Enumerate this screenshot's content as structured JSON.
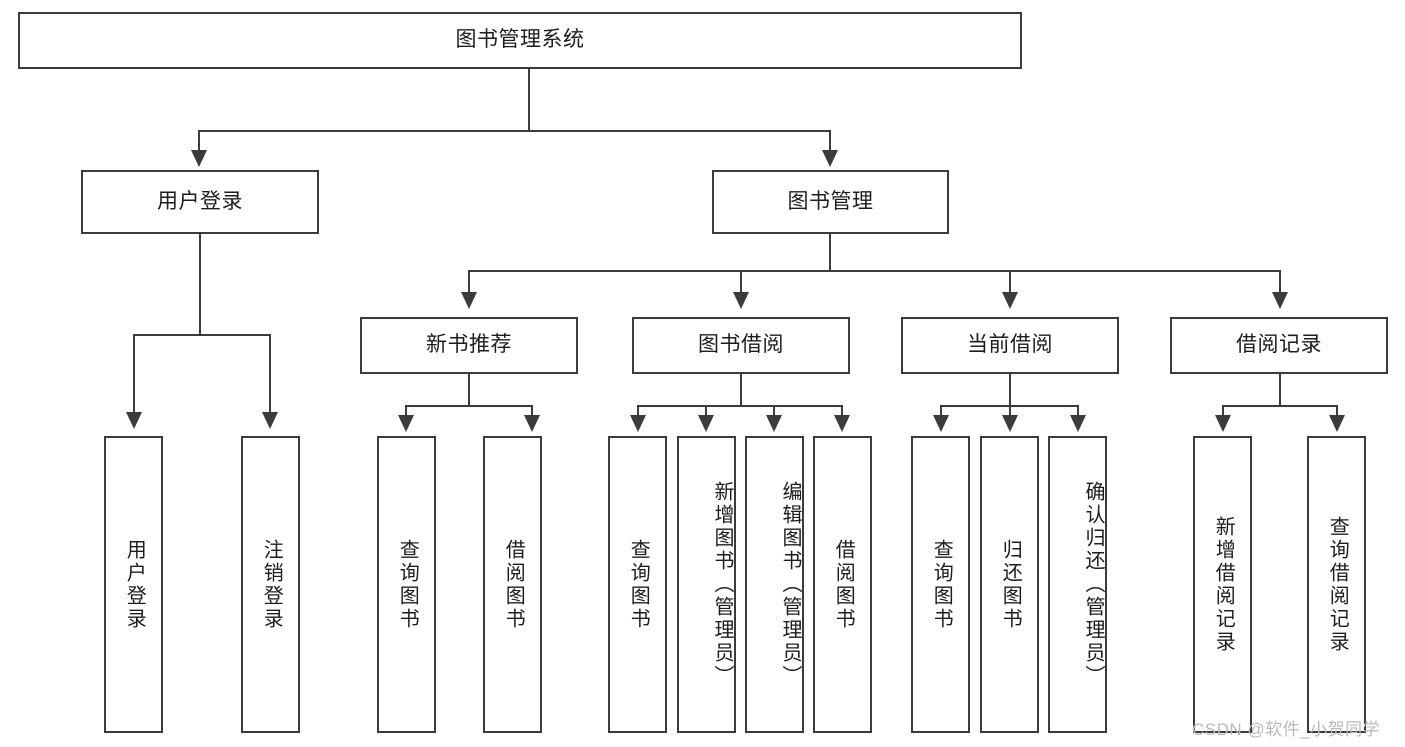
{
  "diagram": {
    "title": "图书管理系统",
    "type": "functional-structure-tree",
    "root": {
      "label": "图书管理系统"
    },
    "level2": [
      {
        "label": "用户登录"
      },
      {
        "label": "图书管理"
      }
    ],
    "level3": [
      {
        "label": "新书推荐"
      },
      {
        "label": "图书借阅"
      },
      {
        "label": "当前借阅"
      },
      {
        "label": "借阅记录"
      }
    ],
    "leaves": {
      "user_login": [
        {
          "label": "用户登录"
        },
        {
          "label": "注销登录"
        }
      ],
      "new_book_recommend": [
        {
          "label": "查询图书"
        },
        {
          "label": "借阅图书"
        }
      ],
      "book_borrow": [
        {
          "label": "查询图书"
        },
        {
          "label": "新增图书（管理员）"
        },
        {
          "label": "编辑图书（管理员）"
        },
        {
          "label": "借阅图书"
        }
      ],
      "current_borrow": [
        {
          "label": "查询图书"
        },
        {
          "label": "归还图书"
        },
        {
          "label": "确认归还（管理员）"
        }
      ],
      "borrow_record": [
        {
          "label": "新增借阅记录"
        },
        {
          "label": "查询借阅记录"
        }
      ]
    }
  },
  "watermark": {
    "text": "CSDN @软件_小贺同学"
  },
  "colors": {
    "stroke": "#3b3b3b",
    "text": "#1d1d1d",
    "background": "#ffffff",
    "watermark": "#b9b9b9"
  }
}
